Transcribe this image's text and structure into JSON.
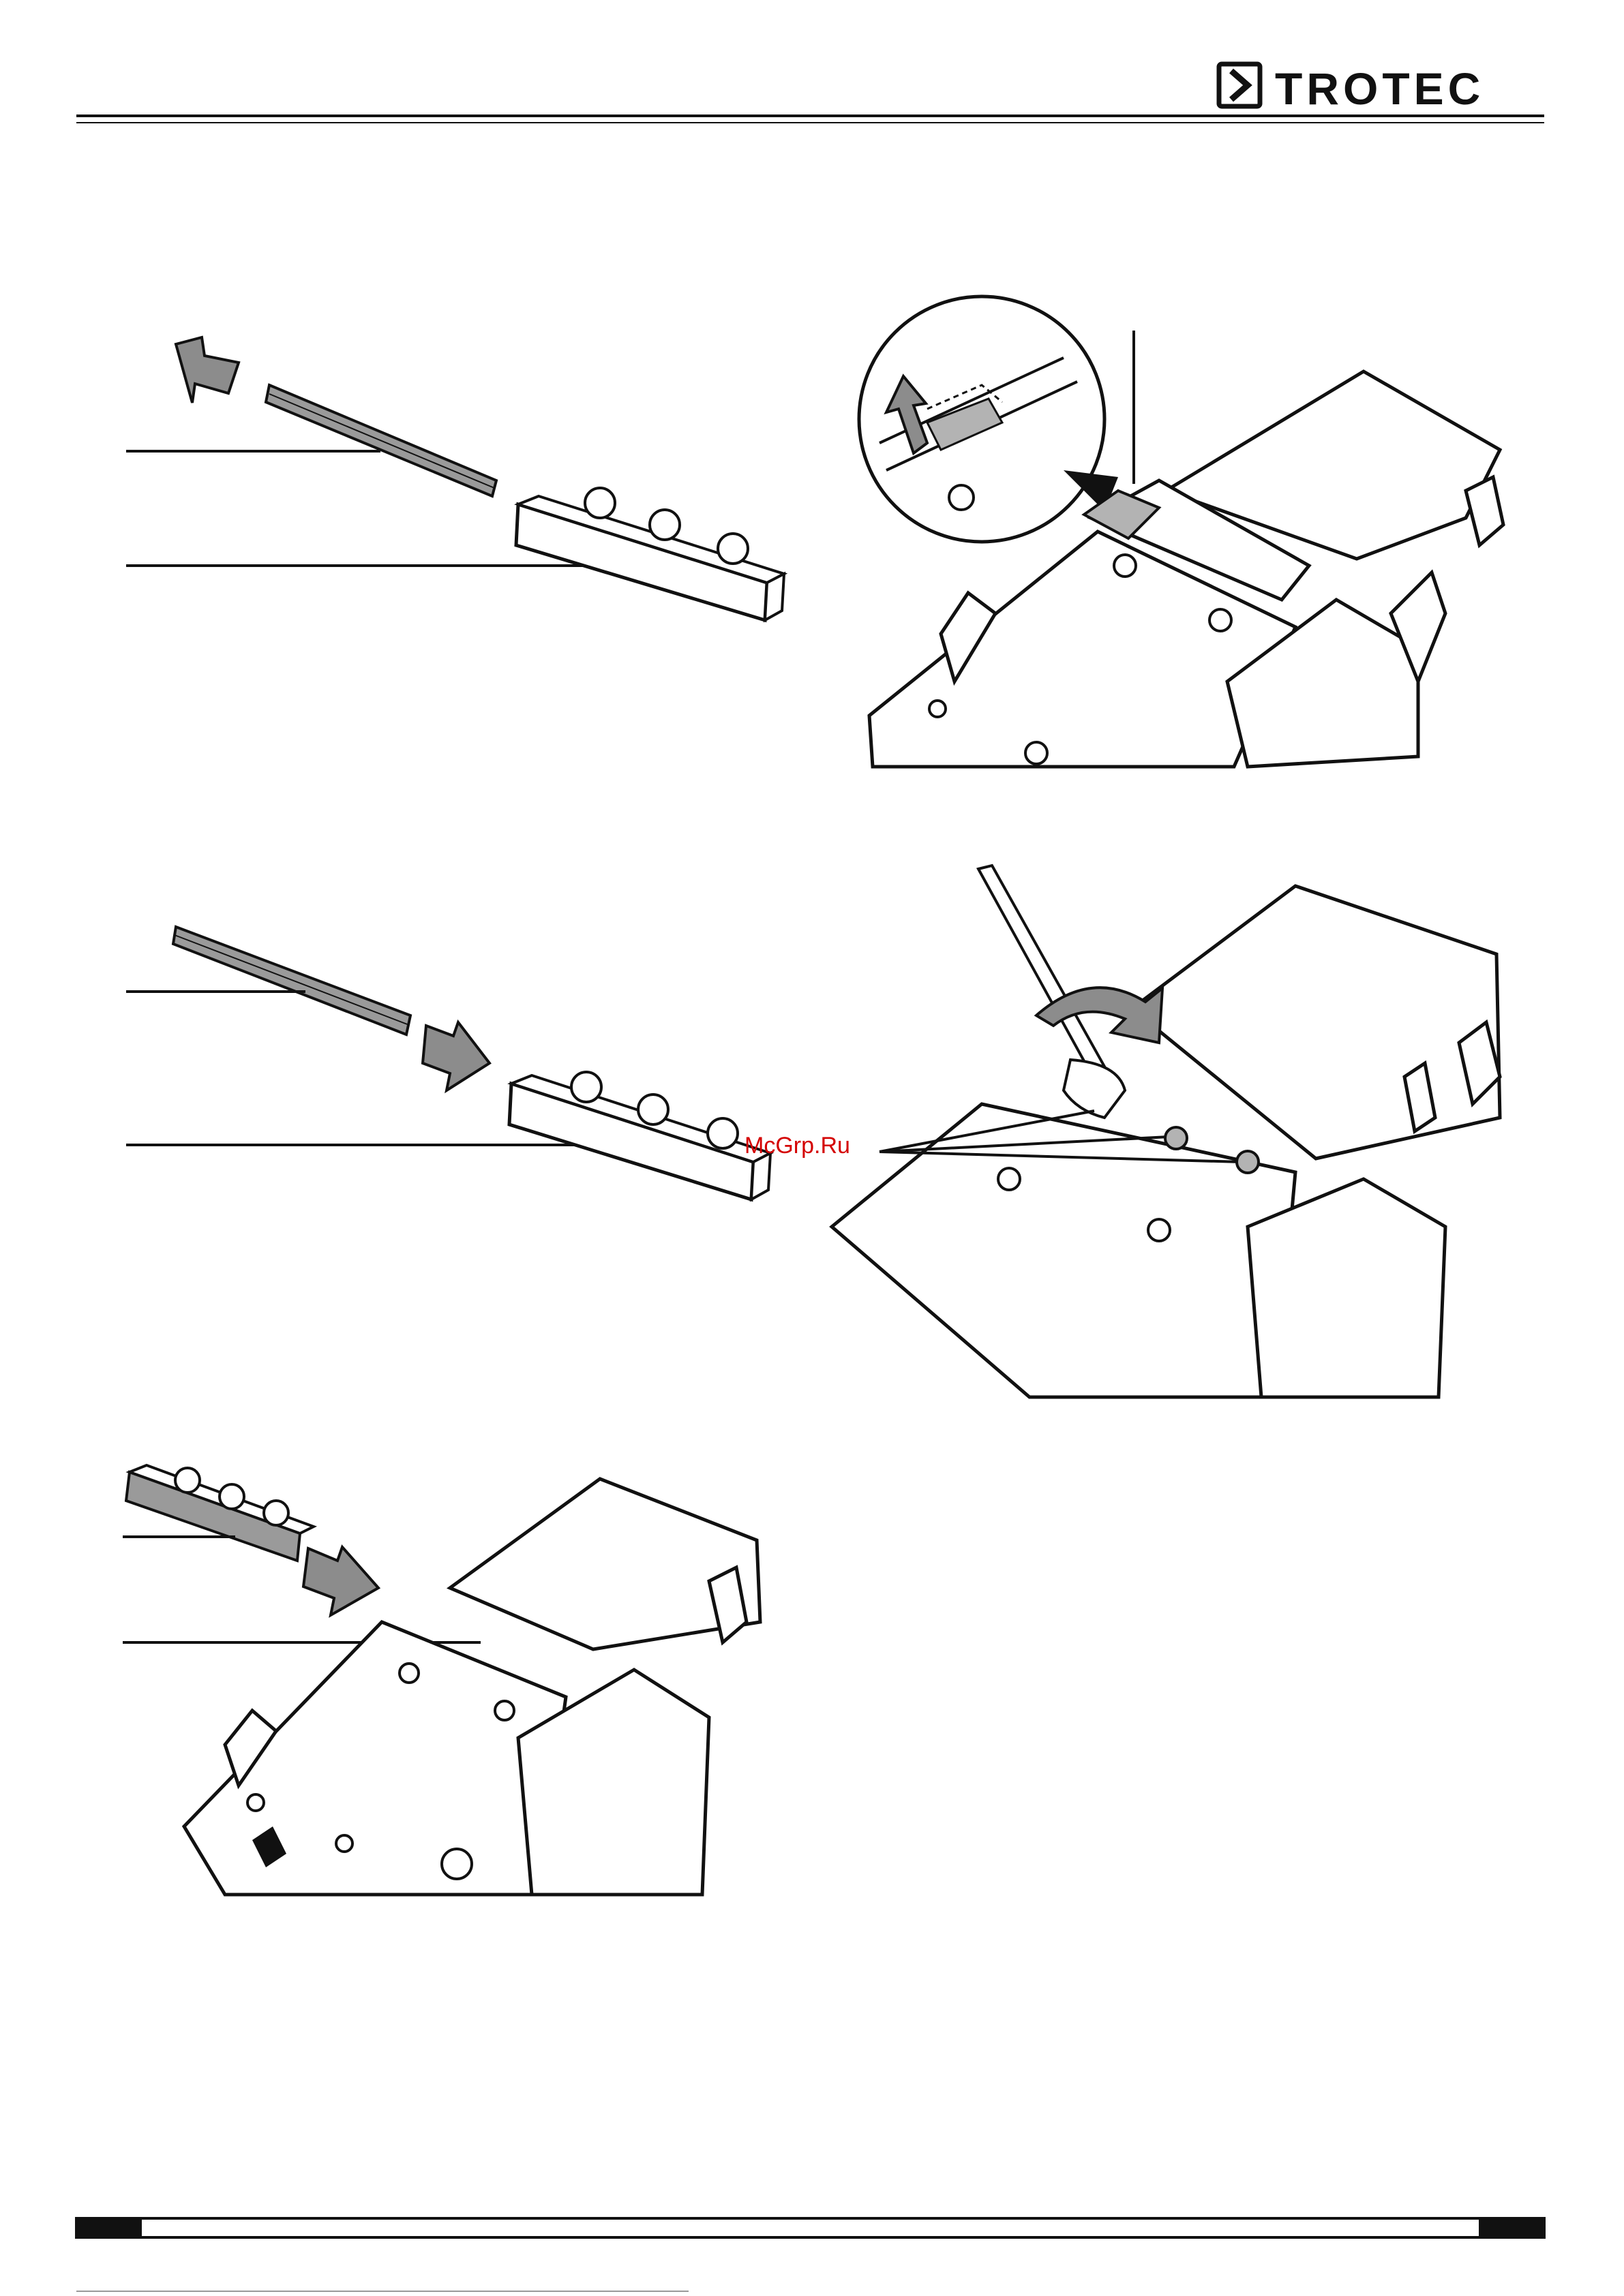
{
  "header": {
    "logo_text": "TROTEC",
    "logo_icon": "chevron-right-icon"
  },
  "watermark": {
    "text": "McGrp.Ru"
  },
  "colors": {
    "ink": "#111111",
    "arrow_gray": "#8c8c8c",
    "highlight_gray": "#b3b3b3",
    "watermark_red": "#d40000"
  },
  "figures": [
    {
      "id": "fig-1",
      "icon": "left-arrow-icon"
    },
    {
      "id": "fig-2",
      "icon": "curved-arrow-icon"
    },
    {
      "id": "fig-3",
      "icon": "right-arrow-icon"
    },
    {
      "id": "fig-4",
      "icon": "wrench-icon"
    },
    {
      "id": "fig-5",
      "icon": "right-arrow-icon"
    }
  ]
}
